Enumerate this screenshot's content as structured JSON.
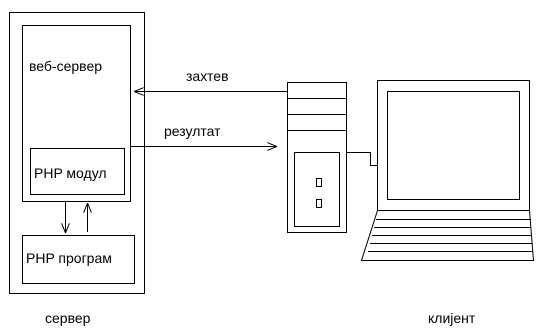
{
  "server": {
    "web_server_label": "веб-сервер",
    "php_module_label": "PHP модул",
    "php_program_label": "PHP програм",
    "caption": "сервер"
  },
  "client": {
    "caption": "клијент"
  },
  "arrows": {
    "request_label": "захтев",
    "result_label": "резултат"
  },
  "colors": {
    "stroke": "#000000",
    "background": "#ffffff"
  }
}
